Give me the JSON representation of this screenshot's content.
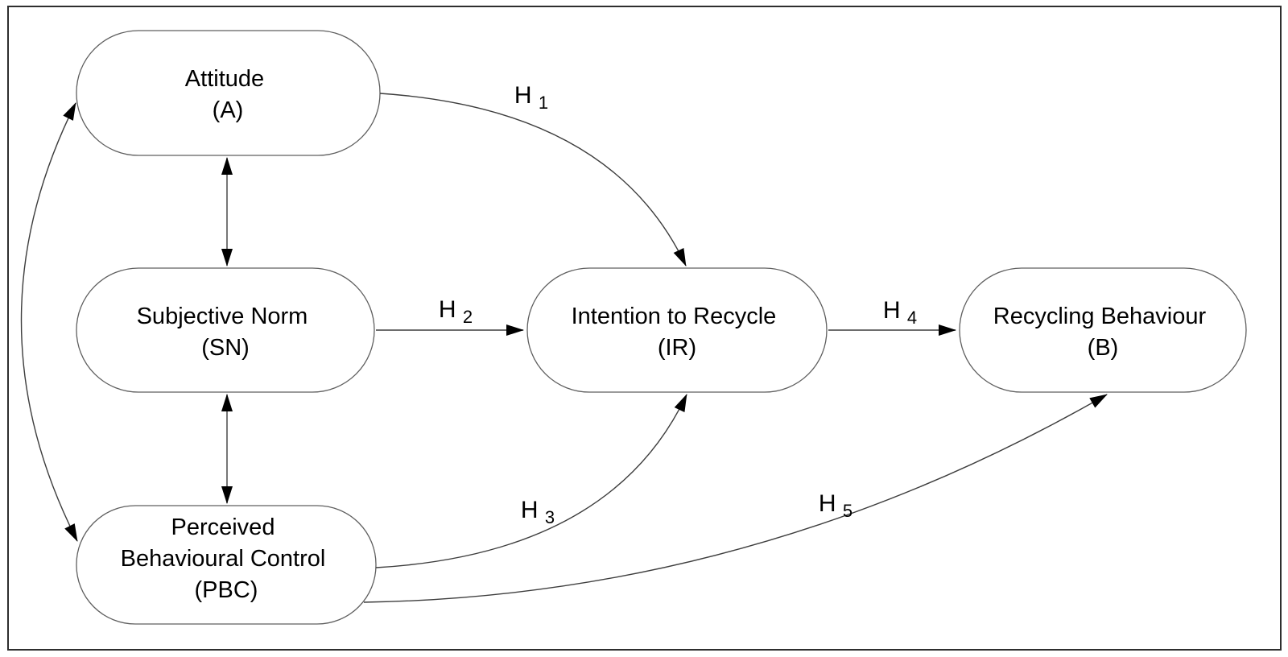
{
  "nodes": {
    "attitude": {
      "line1": "Attitude",
      "line2": "(A)"
    },
    "subjective_norm": {
      "line1": "Subjective Norm",
      "line2": "(SN)"
    },
    "perceived_behavioural_control": {
      "line1": "Perceived",
      "line2": "Behavioural Control",
      "line3": "(PBC)"
    },
    "intention_to_recycle": {
      "line1": "Intention to Recycle",
      "line2": "(IR)"
    },
    "recycling_behaviour": {
      "line1": "Recycling Behaviour",
      "line2": "(B)"
    }
  },
  "hypotheses": {
    "h1": {
      "base": "H",
      "sub": "1",
      "from": "Attitude (A)",
      "to": "Intention to Recycle (IR)"
    },
    "h2": {
      "base": "H",
      "sub": "2",
      "from": "Subjective Norm (SN)",
      "to": "Intention to Recycle (IR)"
    },
    "h3": {
      "base": "H",
      "sub": "3",
      "from": "Perceived Behavioural Control (PBC)",
      "to": "Intention to Recycle (IR)"
    },
    "h4": {
      "base": "H",
      "sub": "4",
      "from": "Intention to Recycle (IR)",
      "to": "Recycling Behaviour (B)"
    },
    "h5": {
      "base": "H",
      "sub": "5",
      "from": "Perceived Behavioural Control (PBC)",
      "to": "Recycling Behaviour (B)"
    }
  },
  "correlations": [
    {
      "between": [
        "Attitude (A)",
        "Subjective Norm (SN)"
      ],
      "style": "double-headed-arrow-vertical"
    },
    {
      "between": [
        "Subjective Norm (SN)",
        "Perceived Behavioural Control (PBC)"
      ],
      "style": "double-headed-arrow-vertical"
    },
    {
      "between": [
        "Attitude (A)",
        "Perceived Behavioural Control (PBC)"
      ],
      "style": "double-headed-arrow-curved-left"
    }
  ],
  "colors": {
    "background": "#ffffff",
    "node_fill": "#ffffff",
    "node_stroke": "#5f5f5f",
    "line": "#3d3d3d",
    "arrowhead": "#000000",
    "text": "#000000",
    "border": "#2e2e2e"
  }
}
